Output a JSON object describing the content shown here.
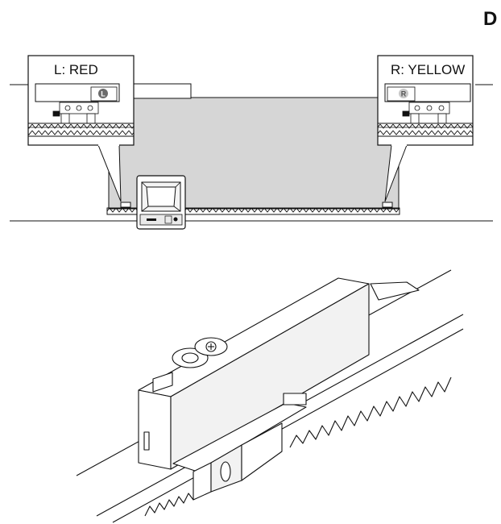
{
  "figure": {
    "section_letter": "D",
    "left_callout": {
      "title": "L: RED",
      "badge_letter": "L",
      "badge_color": "#6b6b6b"
    },
    "right_callout": {
      "title": "R: YELLOW",
      "badge_letter": "R",
      "badge_color": "#c8c8c8"
    },
    "colors": {
      "gate_fill": "#d6d6d6",
      "line": "#111111",
      "panel": "#ffffff"
    }
  }
}
